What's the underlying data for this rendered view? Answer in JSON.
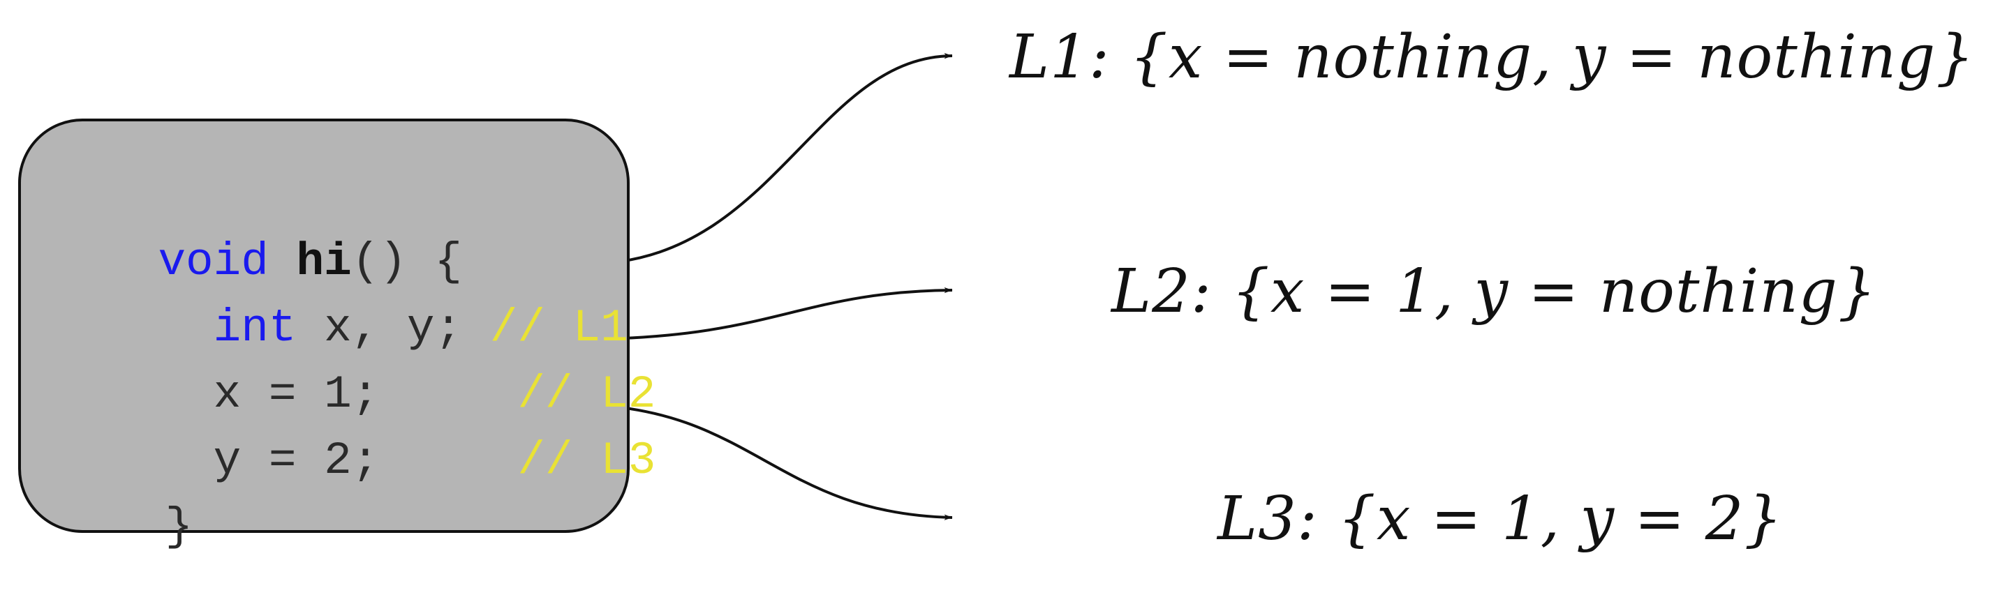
{
  "code": {
    "lines": [
      [
        {
          "text": "void",
          "role": "keyword"
        },
        {
          "text": " ",
          "role": "plain"
        },
        {
          "text": "hi",
          "role": "function"
        },
        {
          "text": "() {",
          "role": "plain"
        }
      ],
      [
        {
          "text": "  ",
          "role": "plain"
        },
        {
          "text": "int",
          "role": "keyword"
        },
        {
          "text": " x, y; ",
          "role": "plain"
        },
        {
          "text": "// L1",
          "role": "comment"
        }
      ],
      [
        {
          "text": "  x = 1;     ",
          "role": "plain"
        },
        {
          "text": "// L2",
          "role": "comment"
        }
      ],
      [
        {
          "text": "  y = 2;     ",
          "role": "plain"
        },
        {
          "text": "// L3",
          "role": "comment"
        }
      ],
      [
        {
          "text": "}",
          "role": "plain"
        }
      ]
    ]
  },
  "states": [
    {
      "text": "L1: {x = nothing, y = nothing}"
    },
    {
      "text": "L2: {x = 1, y = nothing}"
    },
    {
      "text": "L3: {x = 1, y = 2}"
    }
  ],
  "colors": {
    "box_fill": "#b5b5b5",
    "keyword": "#1a1aee",
    "comment": "#e9e234",
    "plain": "#2a2a2a",
    "function": "#111111",
    "ink": "#111111"
  }
}
